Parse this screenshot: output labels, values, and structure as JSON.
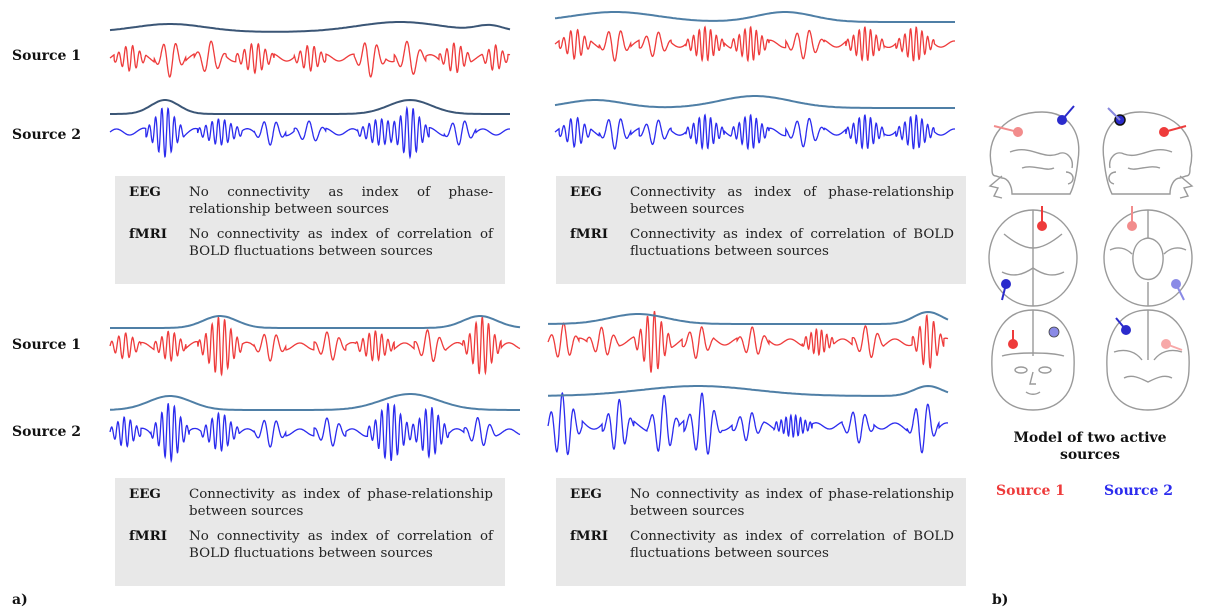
{
  "colors": {
    "source1": "#ee3b3b",
    "source2": "#2b2bee",
    "envelope1": "#3b5676",
    "envelope2": "#4f7fa6",
    "box": "#e8e8e8"
  },
  "source_labels": {
    "source1": "Source 1",
    "source2": "Source 2"
  },
  "panels": [
    {
      "eeg_label": "EEG",
      "eeg_text": "No connectivity as index of phase-relationship between sources",
      "fmri_label": "fMRI",
      "fmri_text": "No connectivity as index of correlation of BOLD fluctuations between sources"
    },
    {
      "eeg_label": "EEG",
      "eeg_text": "Connectivity as index of phase-relationship between sources",
      "fmri_label": "fMRI",
      "fmri_text": "Connectivity as index of correlation of BOLD fluctuations between sources"
    },
    {
      "eeg_label": "EEG",
      "eeg_text": "Connectivity as index of phase-relationship between sources",
      "fmri_label": "fMRI",
      "fmri_text": "No connectivity as index of correlation of BOLD fluctuations between sources"
    },
    {
      "eeg_label": "EEG",
      "eeg_text": "No connectivity as index of phase-relationship between sources",
      "fmri_label": "fMRI",
      "fmri_text": "Connectivity as index of correlation of BOLD fluctuations between sources"
    }
  ],
  "model": {
    "title": "Model of two active sources",
    "legend_source1": "Source 1",
    "legend_source2": "Source 2"
  },
  "corner_labels": {
    "a": "a)",
    "b": "b)"
  }
}
